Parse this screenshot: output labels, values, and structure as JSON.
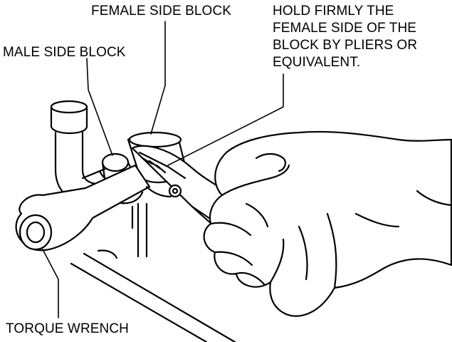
{
  "labels": {
    "female_side_block": "FEMALE SIDE BLOCK",
    "male_side_block": "MALE SIDE BLOCK",
    "hold_instruction": "HOLD FIRMLY THE\nFEMALE SIDE OF THE\nBLOCK BY PLIERS OR\nEQUIVALENT.",
    "torque_wrench": "TORQUE WRENCH"
  },
  "colors": {
    "line": "#000000",
    "background": "#ffffff"
  }
}
